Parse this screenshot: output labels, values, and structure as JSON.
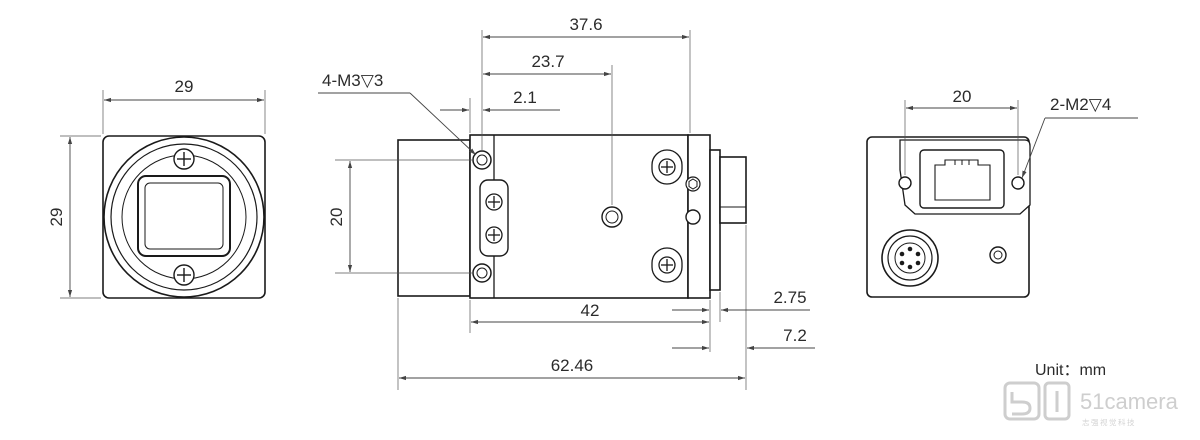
{
  "dimensions": {
    "front_width": "29",
    "front_height": "29",
    "side_top_overall": "37.6",
    "side_center_hole": "23.7",
    "side_small_offset": "2.1",
    "thread_spec_left": "4-M3",
    "thread_depth_symbol": "▽",
    "thread_depth_left": "3",
    "side_hole_spacing": "20",
    "side_body_length": "42",
    "side_rear_275": "2.75",
    "side_rear_72": "7.2",
    "side_overall_length": "62.46",
    "rear_hole_spacing": "20",
    "thread_spec_right": "2-M2",
    "thread_depth_right": "4"
  },
  "unit_label": "Unit：mm",
  "watermark": {
    "brand": "51camera",
    "subtitle": "志强视觉科技"
  }
}
